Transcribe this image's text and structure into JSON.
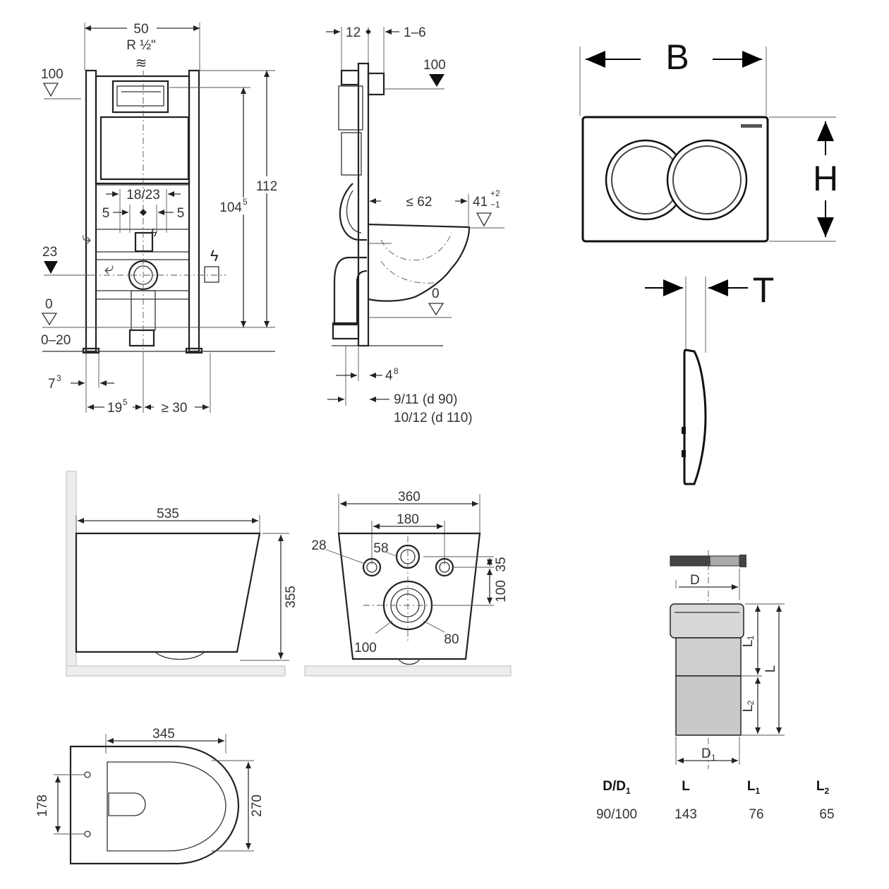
{
  "frame_front": {
    "width": "50",
    "thread": "R ½\"",
    "level_100": "100",
    "level_23": "23",
    "level_0": "0",
    "range_0_20": "0–20",
    "spacing": "18/23",
    "side_left": "5",
    "side_right": "5",
    "height_112": "112",
    "height_104": "104",
    "height_104_sup": "5",
    "foot_left": "7",
    "foot_left_sup": "3",
    "offset_19": "19",
    "offset_19_sup": "5",
    "min_30": "≥ 30"
  },
  "frame_side": {
    "depth_12": "12",
    "range_1_6": "1–6",
    "level_100": "100",
    "max_62": "≤ 62",
    "height_41": "41",
    "tol_plus": "+2",
    "tol_minus": "−1",
    "level_0": "0",
    "width_4": "4",
    "width_4_sup": "8",
    "pipe_90": "9/11   (d 90)",
    "pipe_110": "10/12 (d 110)"
  },
  "flush_plate": {
    "width_label": "B",
    "height_label": "H",
    "thickness_label": "T"
  },
  "bowl_side": {
    "length": "535",
    "height": "355"
  },
  "bowl_back": {
    "width": "360",
    "spacing": "180",
    "hole_28": "28",
    "hole_58": "58",
    "dim_35": "35",
    "dim_100_v": "100",
    "dim_100": "100",
    "dim_80": "80"
  },
  "bowl_top": {
    "length": "345",
    "bolt_spacing": "178",
    "depth": "270"
  },
  "connector": {
    "d_label": "D",
    "d1_label": "D",
    "d1_sub": "1",
    "l_label": "L",
    "l1_label": "L",
    "l1_sub": "1",
    "l2_label": "L",
    "l2_sub": "2"
  },
  "connector_table": {
    "headers": [
      {
        "main": "D/D",
        "sub": "1"
      },
      {
        "main": "L",
        "sub": ""
      },
      {
        "main": "L",
        "sub": "1"
      },
      {
        "main": "L",
        "sub": "2"
      }
    ],
    "row": [
      "90/100",
      "143",
      "76",
      "65"
    ]
  }
}
